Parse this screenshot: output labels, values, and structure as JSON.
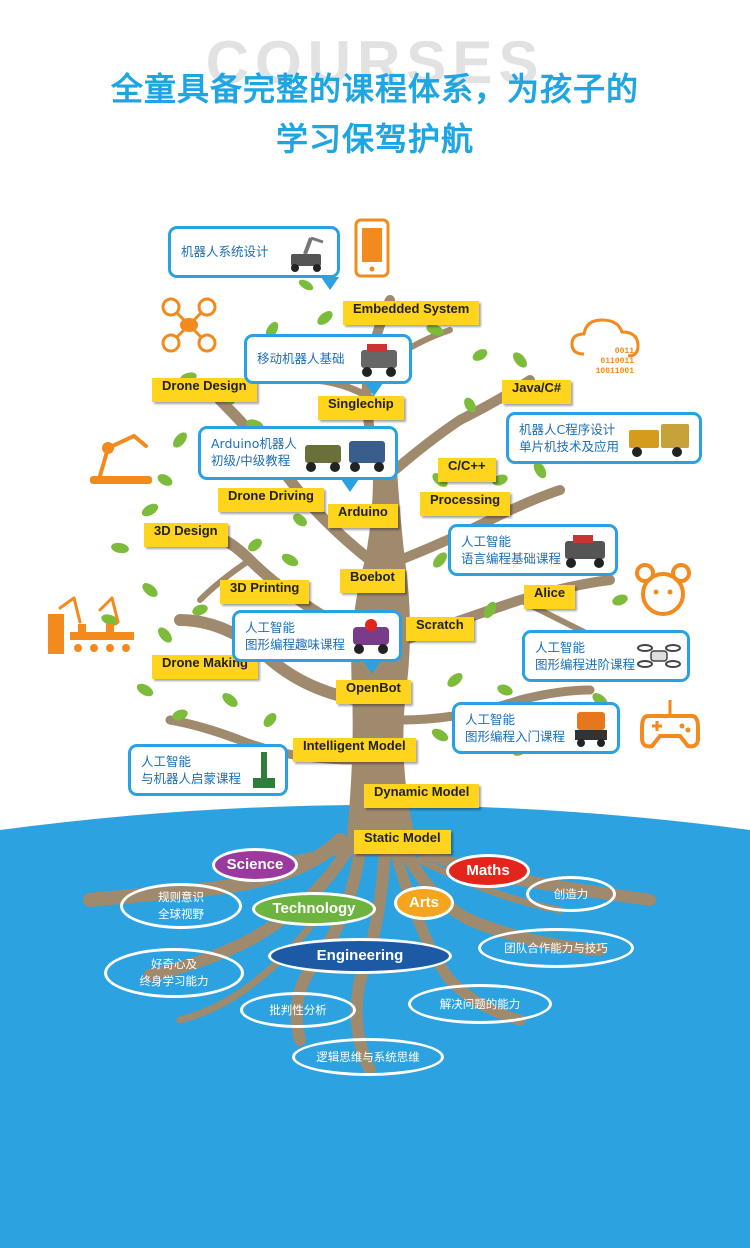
{
  "header": {
    "bg_word": "COURSES",
    "title_line1": "全童具备完整的课程体系，为孩子的",
    "title_line2": "学习保驾护航"
  },
  "tags": {
    "embedded": "Embedded System",
    "drone_design": "Drone Design",
    "singlechip": "Singlechip",
    "java": "Java/C#",
    "c": "C/C++",
    "drone_driving": "Drone Driving",
    "processing": "Processing",
    "arduino": "Arduino",
    "d3_design": "3D Design",
    "boebot": "Boebot",
    "d3_printing": "3D Printing",
    "alice": "Alice",
    "scratch": "Scratch",
    "drone_making": "Drone Making",
    "openbot": "OpenBot",
    "intelligent": "Intelligent Model",
    "dynamic": "Dynamic Model",
    "static": "Static Model"
  },
  "bubbles": {
    "robot_system": "机器人系统设计",
    "mobile_robot": "移动机器人基础",
    "arduino_robot_l1": "Arduino机器人",
    "arduino_robot_l2": "初级/中级教程",
    "c_robot_l1": "机器人C程序设计",
    "c_robot_l2": "单片机技术及应用",
    "ai_lang_l1": "人工智能",
    "ai_lang_l2": "语言编程基础课程",
    "ai_fun_l1": "人工智能",
    "ai_fun_l2": "图形编程趣味课程",
    "ai_adv_l1": "人工智能",
    "ai_adv_l2": "图形编程进阶课程",
    "ai_intro_l1": "人工智能",
    "ai_intro_l2": "图形编程入门课程",
    "ai_robot_l1": "人工智能",
    "ai_robot_l2": "与机器人启蒙课程"
  },
  "steam": {
    "science": "Science",
    "technology": "Technology",
    "engineering": "Engineering",
    "maths": "Maths",
    "arts": "Arts"
  },
  "abilities": {
    "rules_l1": "规则意识",
    "rules_l2": "全球视野",
    "curiosity_l1": "好奇心及",
    "curiosity_l2": "终身学习能力",
    "critical": "批判性分析",
    "logic": "逻辑思维与系统思维",
    "creativity": "创造力",
    "teamwork": "团队合作能力与技巧",
    "problem": "解决问题的能力"
  },
  "binary_text": [
    "0011",
    "0110011",
    "10011001"
  ],
  "colors": {
    "headline": "#1ea5e3",
    "tag": "#ffd41c",
    "bubble_border": "#2aa1e2",
    "ground": "#2ca3e0",
    "trunk": "#a08a6e",
    "leaf": "#7dbb3a",
    "icon_orange": "#f28a1d",
    "science": "#9b3a9e",
    "technology": "#6db33f",
    "engineering": "#1d5aa6",
    "maths": "#e3261c",
    "arts": "#f4a41d"
  },
  "icons": [
    "phone-icon",
    "drone-icon",
    "cloud-icon",
    "robot-arm-icon",
    "bear-icon",
    "factory-icon",
    "gamepad-icon"
  ]
}
